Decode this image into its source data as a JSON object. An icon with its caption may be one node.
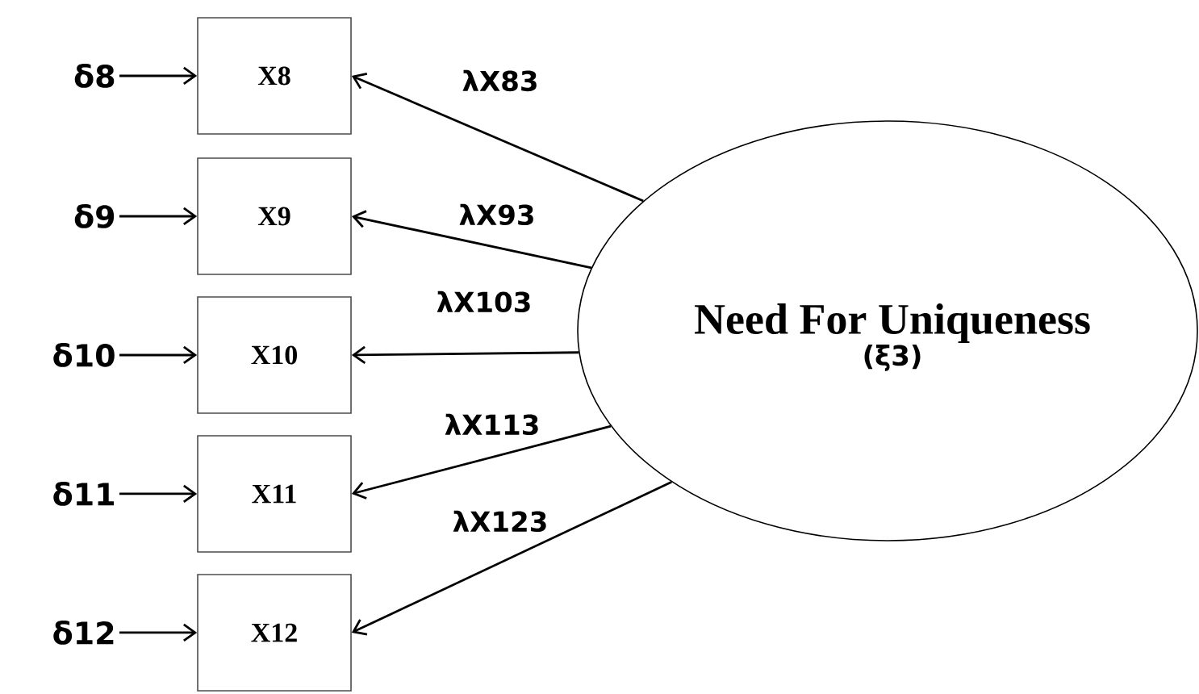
{
  "diagram": {
    "nodes": [
      {
        "text": [
          "δ8"
        ]
      },
      {
        "text": [
          "X8"
        ]
      },
      {
        "text": [
          "δ9"
        ]
      },
      {
        "text": [
          "X9"
        ]
      },
      {
        "text": [
          "δ10"
        ]
      },
      {
        "text": [
          "X10"
        ]
      },
      {
        "text": [
          "δ11"
        ]
      },
      {
        "text": [
          "X11"
        ]
      },
      {
        "text": [
          "δ12"
        ]
      },
      {
        "text": [
          "X12"
        ]
      },
      {
        "text": [
          "Need For Uniqueness",
          "(ξ3)"
        ]
      }
    ],
    "edges": [
      {
        "from": 0,
        "to": 1,
        "arrow": "to"
      },
      {
        "from": 10,
        "to": 1,
        "arrow": "to",
        "label": "λX83"
      },
      {
        "from": 2,
        "to": 3,
        "arrow": "to"
      },
      {
        "from": 10,
        "to": 3,
        "arrow": "to",
        "label": "λX93"
      },
      {
        "from": 4,
        "to": 5,
        "arrow": "to"
      },
      {
        "from": 10,
        "to": 5,
        "arrow": "to",
        "label": "λX103"
      },
      {
        "from": 6,
        "to": 7,
        "arrow": "to"
      },
      {
        "from": 10,
        "to": 7,
        "arrow": "to",
        "label": "λX113"
      },
      {
        "from": 8,
        "to": 9,
        "arrow": "to"
      },
      {
        "from": 10,
        "to": 9,
        "arrow": "to",
        "label": "λX123"
      }
    ]
  }
}
